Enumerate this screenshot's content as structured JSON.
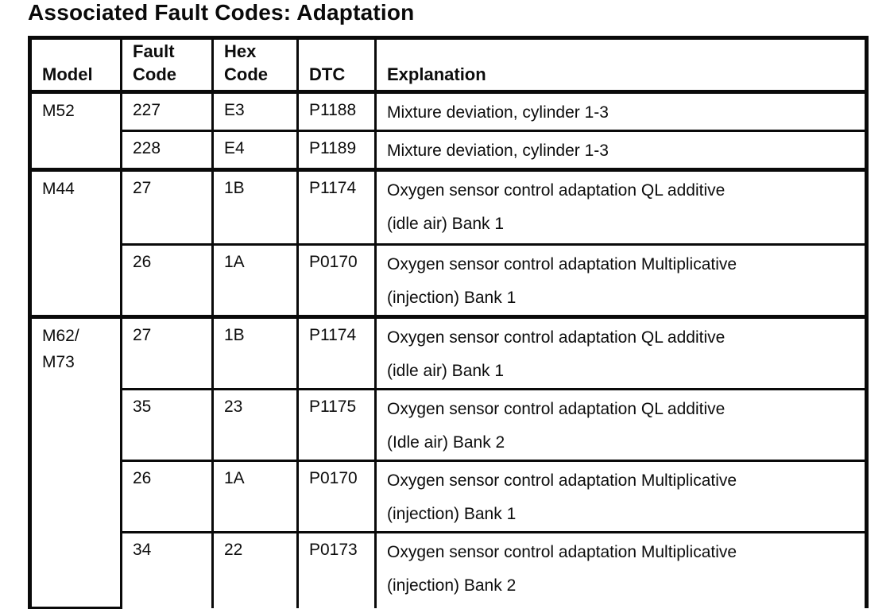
{
  "page": {
    "title": "Associated Fault Codes: Adaptation"
  },
  "table": {
    "headers": {
      "model": "Model",
      "fault_code": "Fault\nCode",
      "hex_code": "Hex\nCode",
      "dtc": "DTC",
      "explanation": "Explanation"
    },
    "sections": [
      {
        "model": "M52",
        "rows": [
          {
            "fault_code": "227",
            "hex_code": "E3",
            "dtc": "P1188",
            "explanation": "Mixture deviation, cylinder 1-3"
          },
          {
            "fault_code": "228",
            "hex_code": "E4",
            "dtc": "P1189",
            "explanation": "Mixture deviation, cylinder 1-3"
          }
        ]
      },
      {
        "model": "M44",
        "rows": [
          {
            "fault_code": "27",
            "hex_code": "1B",
            "dtc": "P1174",
            "explanation": "Oxygen sensor control adaptation QL additive\n(idle air) Bank 1"
          },
          {
            "fault_code": "26",
            "hex_code": "1A",
            "dtc": "P0170",
            "explanation": "Oxygen sensor control adaptation Multiplicative\n(injection) Bank 1"
          }
        ]
      },
      {
        "model": "M62/\nM73",
        "rows": [
          {
            "fault_code": "27",
            "hex_code": "1B",
            "dtc": "P1174",
            "explanation": "Oxygen sensor control adaptation QL additive\n(idle air) Bank 1"
          },
          {
            "fault_code": "35",
            "hex_code": "23",
            "dtc": "P1175",
            "explanation": "Oxygen sensor control adaptation QL additive\n(Idle air) Bank 2"
          },
          {
            "fault_code": "26",
            "hex_code": "1A",
            "dtc": "P0170",
            "explanation": "Oxygen sensor control adaptation Multiplicative\n(injection) Bank 1"
          },
          {
            "fault_code": "34",
            "hex_code": "22",
            "dtc": "P0173",
            "explanation": "Oxygen sensor control adaptation Multiplicative\n(injection) Bank 2"
          }
        ]
      }
    ]
  }
}
